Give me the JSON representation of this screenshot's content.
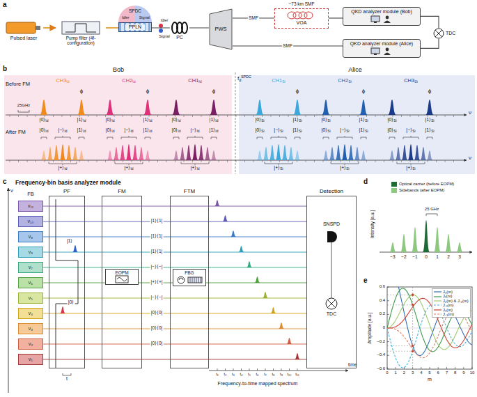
{
  "diagram": {
    "nodes": [
      {
        "text": [
          "Pulsed laser"
        ]
      },
      {
        "text": [
          "Pump filter (4f-configuration)"
        ]
      },
      {
        "text": [
          "SPDC",
          "Idler",
          "Signal"
        ]
      },
      {
        "text": [
          "PPLN"
        ]
      },
      {
        "text": [
          "PC"
        ]
      },
      {
        "text": [
          "PWS"
        ]
      },
      {
        "text": [
          "VOA"
        ]
      },
      {
        "text": [
          "QKD analyzer module (Bob)"
        ]
      },
      {
        "text": [
          "QKD analyzer module (Alice)"
        ]
      },
      {
        "text": [
          "TDC"
        ]
      },
      {
        "text": [
          "ν₁₁"
        ]
      },
      {
        "text": [
          "ν₁₀"
        ]
      },
      {
        "text": [
          "ν₉"
        ]
      },
      {
        "text": [
          "ν₈"
        ]
      },
      {
        "text": [
          "ν₇"
        ]
      },
      {
        "text": [
          "ν₆"
        ]
      },
      {
        "text": [
          "ν₅"
        ]
      },
      {
        "text": [
          "ν₄"
        ]
      },
      {
        "text": [
          "ν₃"
        ]
      },
      {
        "text": [
          "ν₂"
        ]
      },
      {
        "text": [
          "ν₁"
        ]
      },
      {
        "text": [
          "PF"
        ]
      },
      {
        "text": [
          "FM"
        ]
      },
      {
        "text": [
          "EOPM"
        ],
        "in": 22
      },
      {
        "text": [
          "FTM"
        ]
      },
      {
        "text": [
          "FBG"
        ],
        "in": 24
      },
      {
        "text": [
          "Detection"
        ]
      }
    ],
    "edges": [
      {
        "from": 0,
        "to": 1,
        "arrow": "to"
      },
      {
        "from": 1,
        "to": 3,
        "arrow": "none"
      },
      {
        "from": 3,
        "to": 4,
        "arrow": "none"
      },
      {
        "from": 4,
        "to": 5,
        "arrow": "none"
      },
      {
        "from": 5,
        "to": 6,
        "label": "SMF",
        "arrow": "none"
      },
      {
        "from": 6,
        "to": 7,
        "arrow": "none"
      },
      {
        "from": 5,
        "to": 8,
        "label": "SMF",
        "arrow": "none"
      },
      {
        "from": 7,
        "to": 9,
        "arrow": "none"
      },
      {
        "from": 8,
        "to": 9,
        "arrow": "none"
      }
    ],
    "labels": [
      "a",
      "Idler",
      "Signal",
      "~73 km SMF",
      "b",
      "Bob",
      "Alice",
      "Before FM",
      "After FM",
      "25GHz",
      "f",
      "d",
      "SPDC",
      "ν",
      "ν",
      "CH3",
      "Id",
      "ϕ",
      "|0⟩",
      "Id",
      "|1⟩",
      "Id",
      "|0⟩",
      "Id",
      "|−⟩",
      "Id",
      "|1⟩",
      "Id",
      "|+⟩",
      "Id",
      "CH2",
      "Id",
      "ϕ",
      "|0⟩",
      "Id",
      "|1⟩",
      "Id",
      "|0⟩",
      "Id",
      "|−⟩",
      "Id",
      "|1⟩",
      "Id",
      "|+⟩",
      "Id",
      "CH1",
      "Id",
      "ϕ",
      "|0⟩",
      "Id",
      "|1⟩",
      "Id",
      "|0⟩",
      "Id",
      "|−⟩",
      "Id",
      "|1⟩",
      "Id",
      "|+⟩",
      "Id",
      "CH1",
      "Si",
      "ϕ",
      "|0⟩",
      "Si",
      "|1⟩",
      "Si",
      "|0⟩",
      "Si",
      "|−⟩",
      "Si",
      "|1⟩",
      "Si",
      "|+⟩",
      "Si",
      "CH2",
      "Si",
      "ϕ",
      "|0⟩",
      "Si",
      "|1⟩",
      "Si",
      "|0⟩",
      "Si",
      "|−⟩",
      "Si",
      "|1⟩",
      "Si",
      "|+⟩",
      "Si",
      "CH3",
      "Si",
      "ϕ",
      "|0⟩",
      "Si",
      "|1⟩",
      "Si",
      "|0⟩",
      "Si",
      "|−⟩",
      "Si",
      "|1⟩",
      "Si",
      "|+⟩",
      "Si",
      "c",
      "Frequency-bin basis analyzer module",
      "ν",
      "FB",
      "|1⟩",
      "|0⟩",
      "|1⟩⟨1|",
      "|1⟩⟨1|",
      "|1⟩⟨1|",
      "|−⟩⟨−|",
      "|+⟩⟨+|",
      "|−⟩⟨−|",
      "|0⟩⟨0|",
      "|0⟩⟨0|",
      "|0⟩⟨0|",
      "t",
      "time",
      "t₁",
      "t₂",
      "t₃",
      "t₄",
      "t₅",
      "t₆",
      "t₇",
      "t₈",
      "t₉",
      "t₁₀",
      "t₁₁",
      "Frequency-to-time mapped spectrum",
      "SNSPD",
      "TDC",
      "d",
      "Intensity [a.u.]",
      "25 GHz",
      "−3",
      "−2",
      "−1",
      "0",
      "1",
      "2",
      "3",
      "e",
      "Amplitude [a.u.]",
      "0.6",
      "0.4",
      "0.2",
      "0",
      "−0.2",
      "−0.4",
      "−0.6",
      "0",
      "1",
      "2",
      "3",
      "4",
      "5",
      "6",
      "7",
      "8",
      "9",
      "10",
      "m"
    ],
    "legend": [
      {
        "text": "Optical carrier (before EOPM)",
        "color": "#1f6b35"
      },
      {
        "text": "Sidebands (after EOPM)",
        "color": "#8cc97f"
      },
      {
        "text": "J₀(m)"
      },
      {
        "text": "J₁(m)"
      },
      {
        "text": "J₂(m) & J₋₂(m)"
      },
      {
        "text": "J₋₁(m)"
      },
      {
        "text": "J₃(m)"
      },
      {
        "text": "J₋₃(m)"
      }
    ]
  }
}
